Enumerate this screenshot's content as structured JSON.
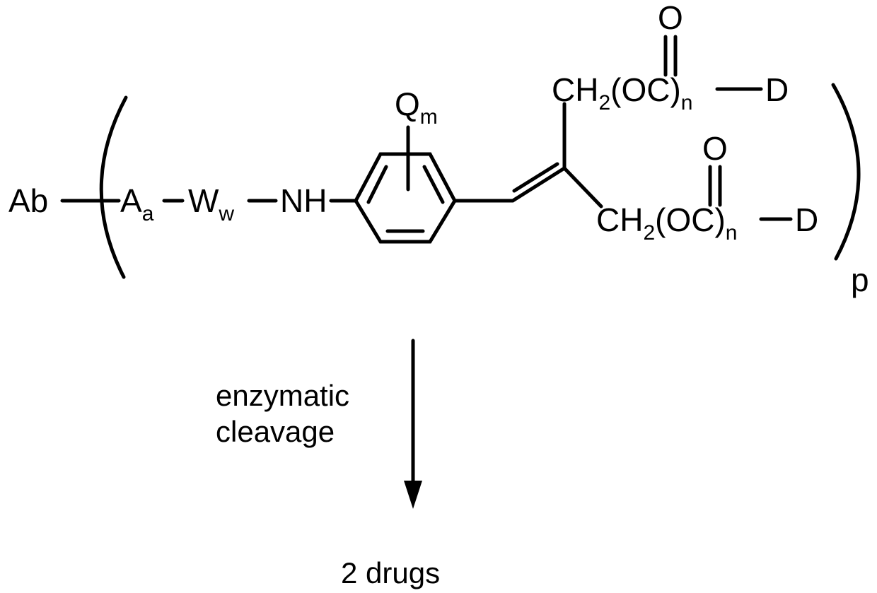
{
  "structure": {
    "ab": "Ab",
    "a_main": "A",
    "a_sub": "a",
    "w_main": "W",
    "w_sub": "w",
    "nh": "NH",
    "q_main": "Q",
    "q_sub": "m",
    "upper_arm": {
      "ch": "CH",
      "two": "2",
      "oc": "(OC)",
      "n": "n",
      "oxygen": "O",
      "drug": "D"
    },
    "lower_arm": {
      "ch": "CH",
      "two": "2",
      "oc": "(OC)",
      "n": "n",
      "oxygen": "O",
      "drug": "D"
    },
    "repeat_subscript": "p"
  },
  "reaction": {
    "condition_line1": "enzymatic",
    "condition_line2": "cleavage",
    "product": "2 drugs"
  }
}
